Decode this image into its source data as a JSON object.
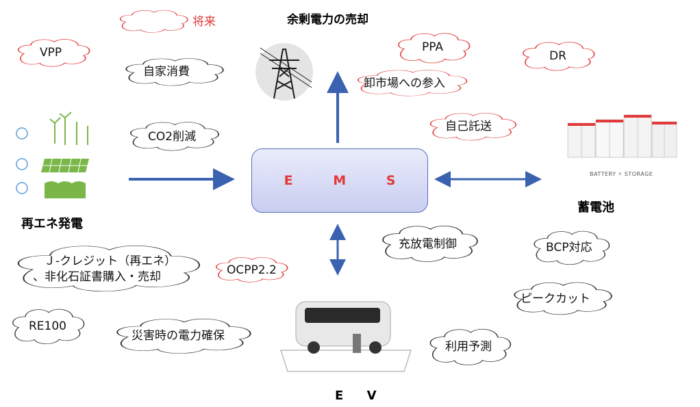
{
  "title": "余剰電力の売却",
  "ems": "E M S",
  "nodes": {
    "renewable": "再エネ発電",
    "storage": "蓄電池",
    "ev": "E V"
  },
  "storage_caption": "BATTERY ⚡ STORAGE",
  "clouds": {
    "future": "将来",
    "vpp": "VPP",
    "self_consumption": "自家消費",
    "co2": "CO2削減",
    "ppa": "PPA",
    "dr": "DR",
    "wholesale": "卸市場への参入",
    "self_wheeling": "自己託送",
    "jcredit_line1": "Ｊ-クレジット（再エネ）",
    "jcredit_line2": "、非化石証書購入・売却",
    "ocpp": "OCPP2.2",
    "charge_control": "充放電制御",
    "bcp": "BCP対応",
    "peak_cut": "ピークカット",
    "re100": "RE100",
    "disaster": "災害時の電力確保",
    "usage_forecast": "利用予測"
  }
}
